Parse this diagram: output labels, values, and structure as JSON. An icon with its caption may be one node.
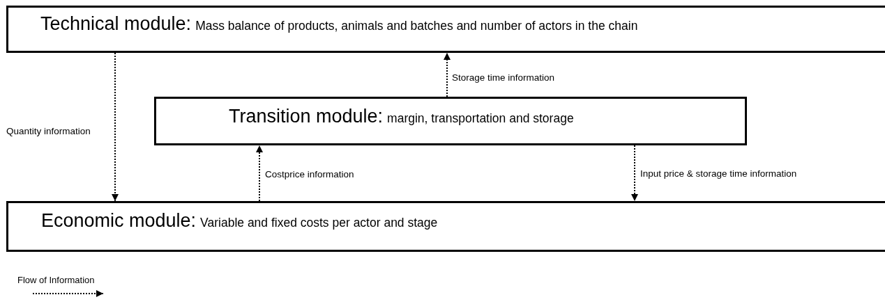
{
  "diagram": {
    "nodes": [
      {
        "text": [
          "Technical module:",
          "Mass balance of products, animals and batches and number of actors in the chain"
        ]
      },
      {
        "text": [
          "Transition module:",
          "margin, transportation and storage"
        ]
      },
      {
        "text": [
          "Economic module:",
          "Variable and fixed costs per actor and stage"
        ]
      }
    ],
    "edges": [
      {
        "from": 0,
        "to": 2,
        "arrow": "to",
        "label": "Quantity information"
      },
      {
        "from": 1,
        "to": 0,
        "arrow": "to",
        "label": "Storage time information"
      },
      {
        "from": 2,
        "to": 1,
        "arrow": "to",
        "label": "Costprice information"
      },
      {
        "from": 1,
        "to": 2,
        "arrow": "to",
        "label": "Input price & storage time information"
      }
    ],
    "legend": [
      {
        "text": "Flow of Information"
      }
    ]
  }
}
